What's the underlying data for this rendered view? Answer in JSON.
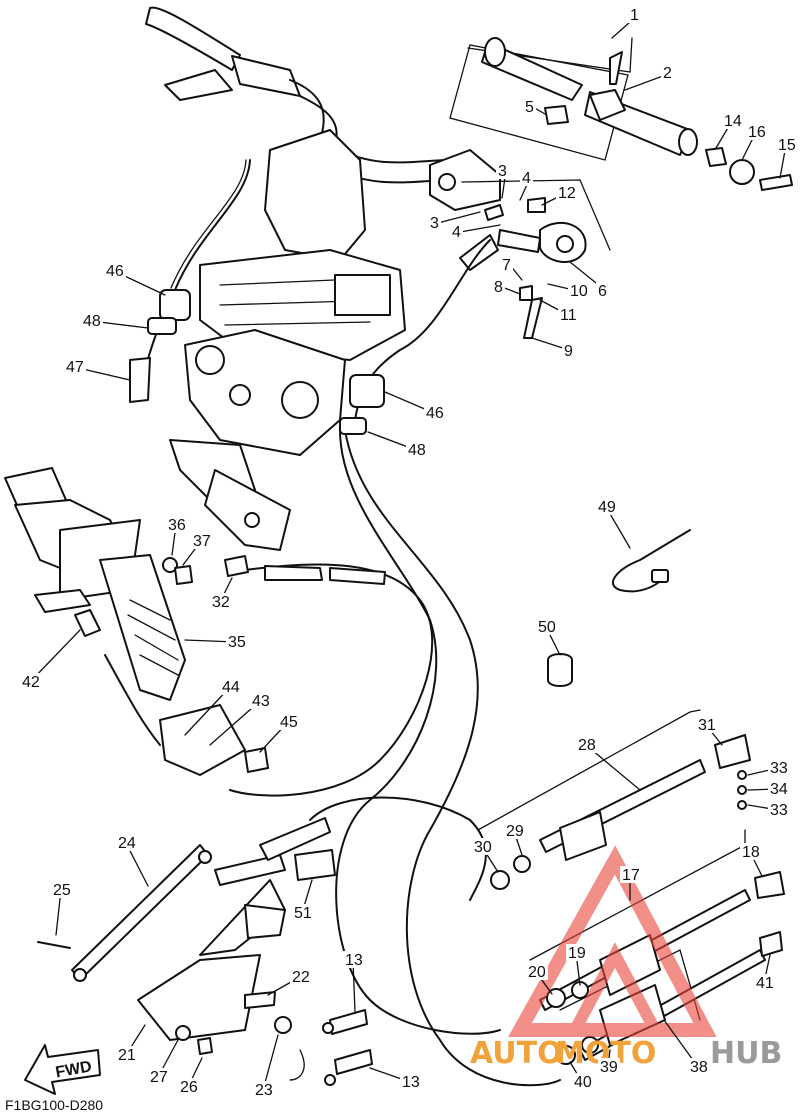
{
  "diagram": {
    "code": "F1BG100-D280",
    "fwd_label": "FWD",
    "watermark": {
      "auto": "AUTO",
      "moto": "MOTO",
      "hub": "HUB",
      "red": "#e8463a",
      "grey": "#9a9a9a",
      "orange": "#f2a23a"
    },
    "callouts": [
      {
        "id": "c1",
        "text": "1"
      },
      {
        "id": "c2",
        "text": "2"
      },
      {
        "id": "c3a",
        "text": "3"
      },
      {
        "id": "c3b",
        "text": "3"
      },
      {
        "id": "c4a",
        "text": "4"
      },
      {
        "id": "c4b",
        "text": "4"
      },
      {
        "id": "c5",
        "text": "5"
      },
      {
        "id": "c6",
        "text": "6"
      },
      {
        "id": "c7",
        "text": "7"
      },
      {
        "id": "c8",
        "text": "8"
      },
      {
        "id": "c9",
        "text": "9"
      },
      {
        "id": "c10",
        "text": "10"
      },
      {
        "id": "c11",
        "text": "11"
      },
      {
        "id": "c12",
        "text": "12"
      },
      {
        "id": "c13a",
        "text": "13"
      },
      {
        "id": "c13b",
        "text": "13"
      },
      {
        "id": "c14",
        "text": "14"
      },
      {
        "id": "c15",
        "text": "15"
      },
      {
        "id": "c16",
        "text": "16"
      },
      {
        "id": "c17",
        "text": "17"
      },
      {
        "id": "c18",
        "text": "18"
      },
      {
        "id": "c19",
        "text": "19"
      },
      {
        "id": "c20",
        "text": "20"
      },
      {
        "id": "c21",
        "text": "21"
      },
      {
        "id": "c22",
        "text": "22"
      },
      {
        "id": "c23",
        "text": "23"
      },
      {
        "id": "c24",
        "text": "24"
      },
      {
        "id": "c25",
        "text": "25"
      },
      {
        "id": "c26",
        "text": "26"
      },
      {
        "id": "c27",
        "text": "27"
      },
      {
        "id": "c28",
        "text": "28"
      },
      {
        "id": "c29",
        "text": "29"
      },
      {
        "id": "c30",
        "text": "30"
      },
      {
        "id": "c31",
        "text": "31"
      },
      {
        "id": "c32",
        "text": "32"
      },
      {
        "id": "c33a",
        "text": "33"
      },
      {
        "id": "c33b",
        "text": "33"
      },
      {
        "id": "c34",
        "text": "34"
      },
      {
        "id": "c35",
        "text": "35"
      },
      {
        "id": "c36",
        "text": "36"
      },
      {
        "id": "c37",
        "text": "37"
      },
      {
        "id": "c38",
        "text": "38"
      },
      {
        "id": "c39",
        "text": "39"
      },
      {
        "id": "c40",
        "text": "40"
      },
      {
        "id": "c41",
        "text": "41"
      },
      {
        "id": "c42",
        "text": "42"
      },
      {
        "id": "c43",
        "text": "43"
      },
      {
        "id": "c44",
        "text": "44"
      },
      {
        "id": "c45",
        "text": "45"
      },
      {
        "id": "c46a",
        "text": "46"
      },
      {
        "id": "c46b",
        "text": "46"
      },
      {
        "id": "c47",
        "text": "47"
      },
      {
        "id": "c48a",
        "text": "48"
      },
      {
        "id": "c48b",
        "text": "48"
      },
      {
        "id": "c49",
        "text": "49"
      },
      {
        "id": "c50",
        "text": "50"
      },
      {
        "id": "c51",
        "text": "51"
      }
    ]
  }
}
